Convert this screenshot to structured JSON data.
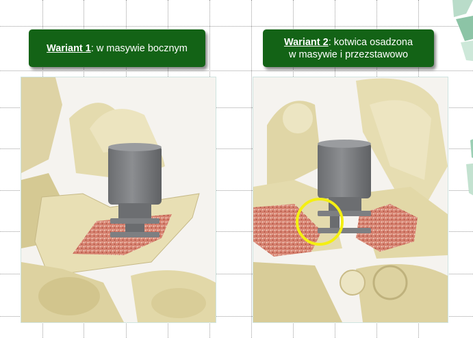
{
  "labels": {
    "variant1": {
      "title": "Wariant 1",
      "rest": ": w masywie bocznym"
    },
    "variant2": {
      "title": "Wariant 2",
      "rest_line1": ": kotwica osadzona",
      "line2": "w masywie i przezstawowo"
    }
  },
  "colors": {
    "label_bg": "#136316",
    "bone": "#e6dcae",
    "implant": "#7b7d80",
    "cancellous": "#d98677",
    "highlight": "#f4ef12"
  },
  "icons": {
    "decoration": "green-polygon-shapes"
  }
}
